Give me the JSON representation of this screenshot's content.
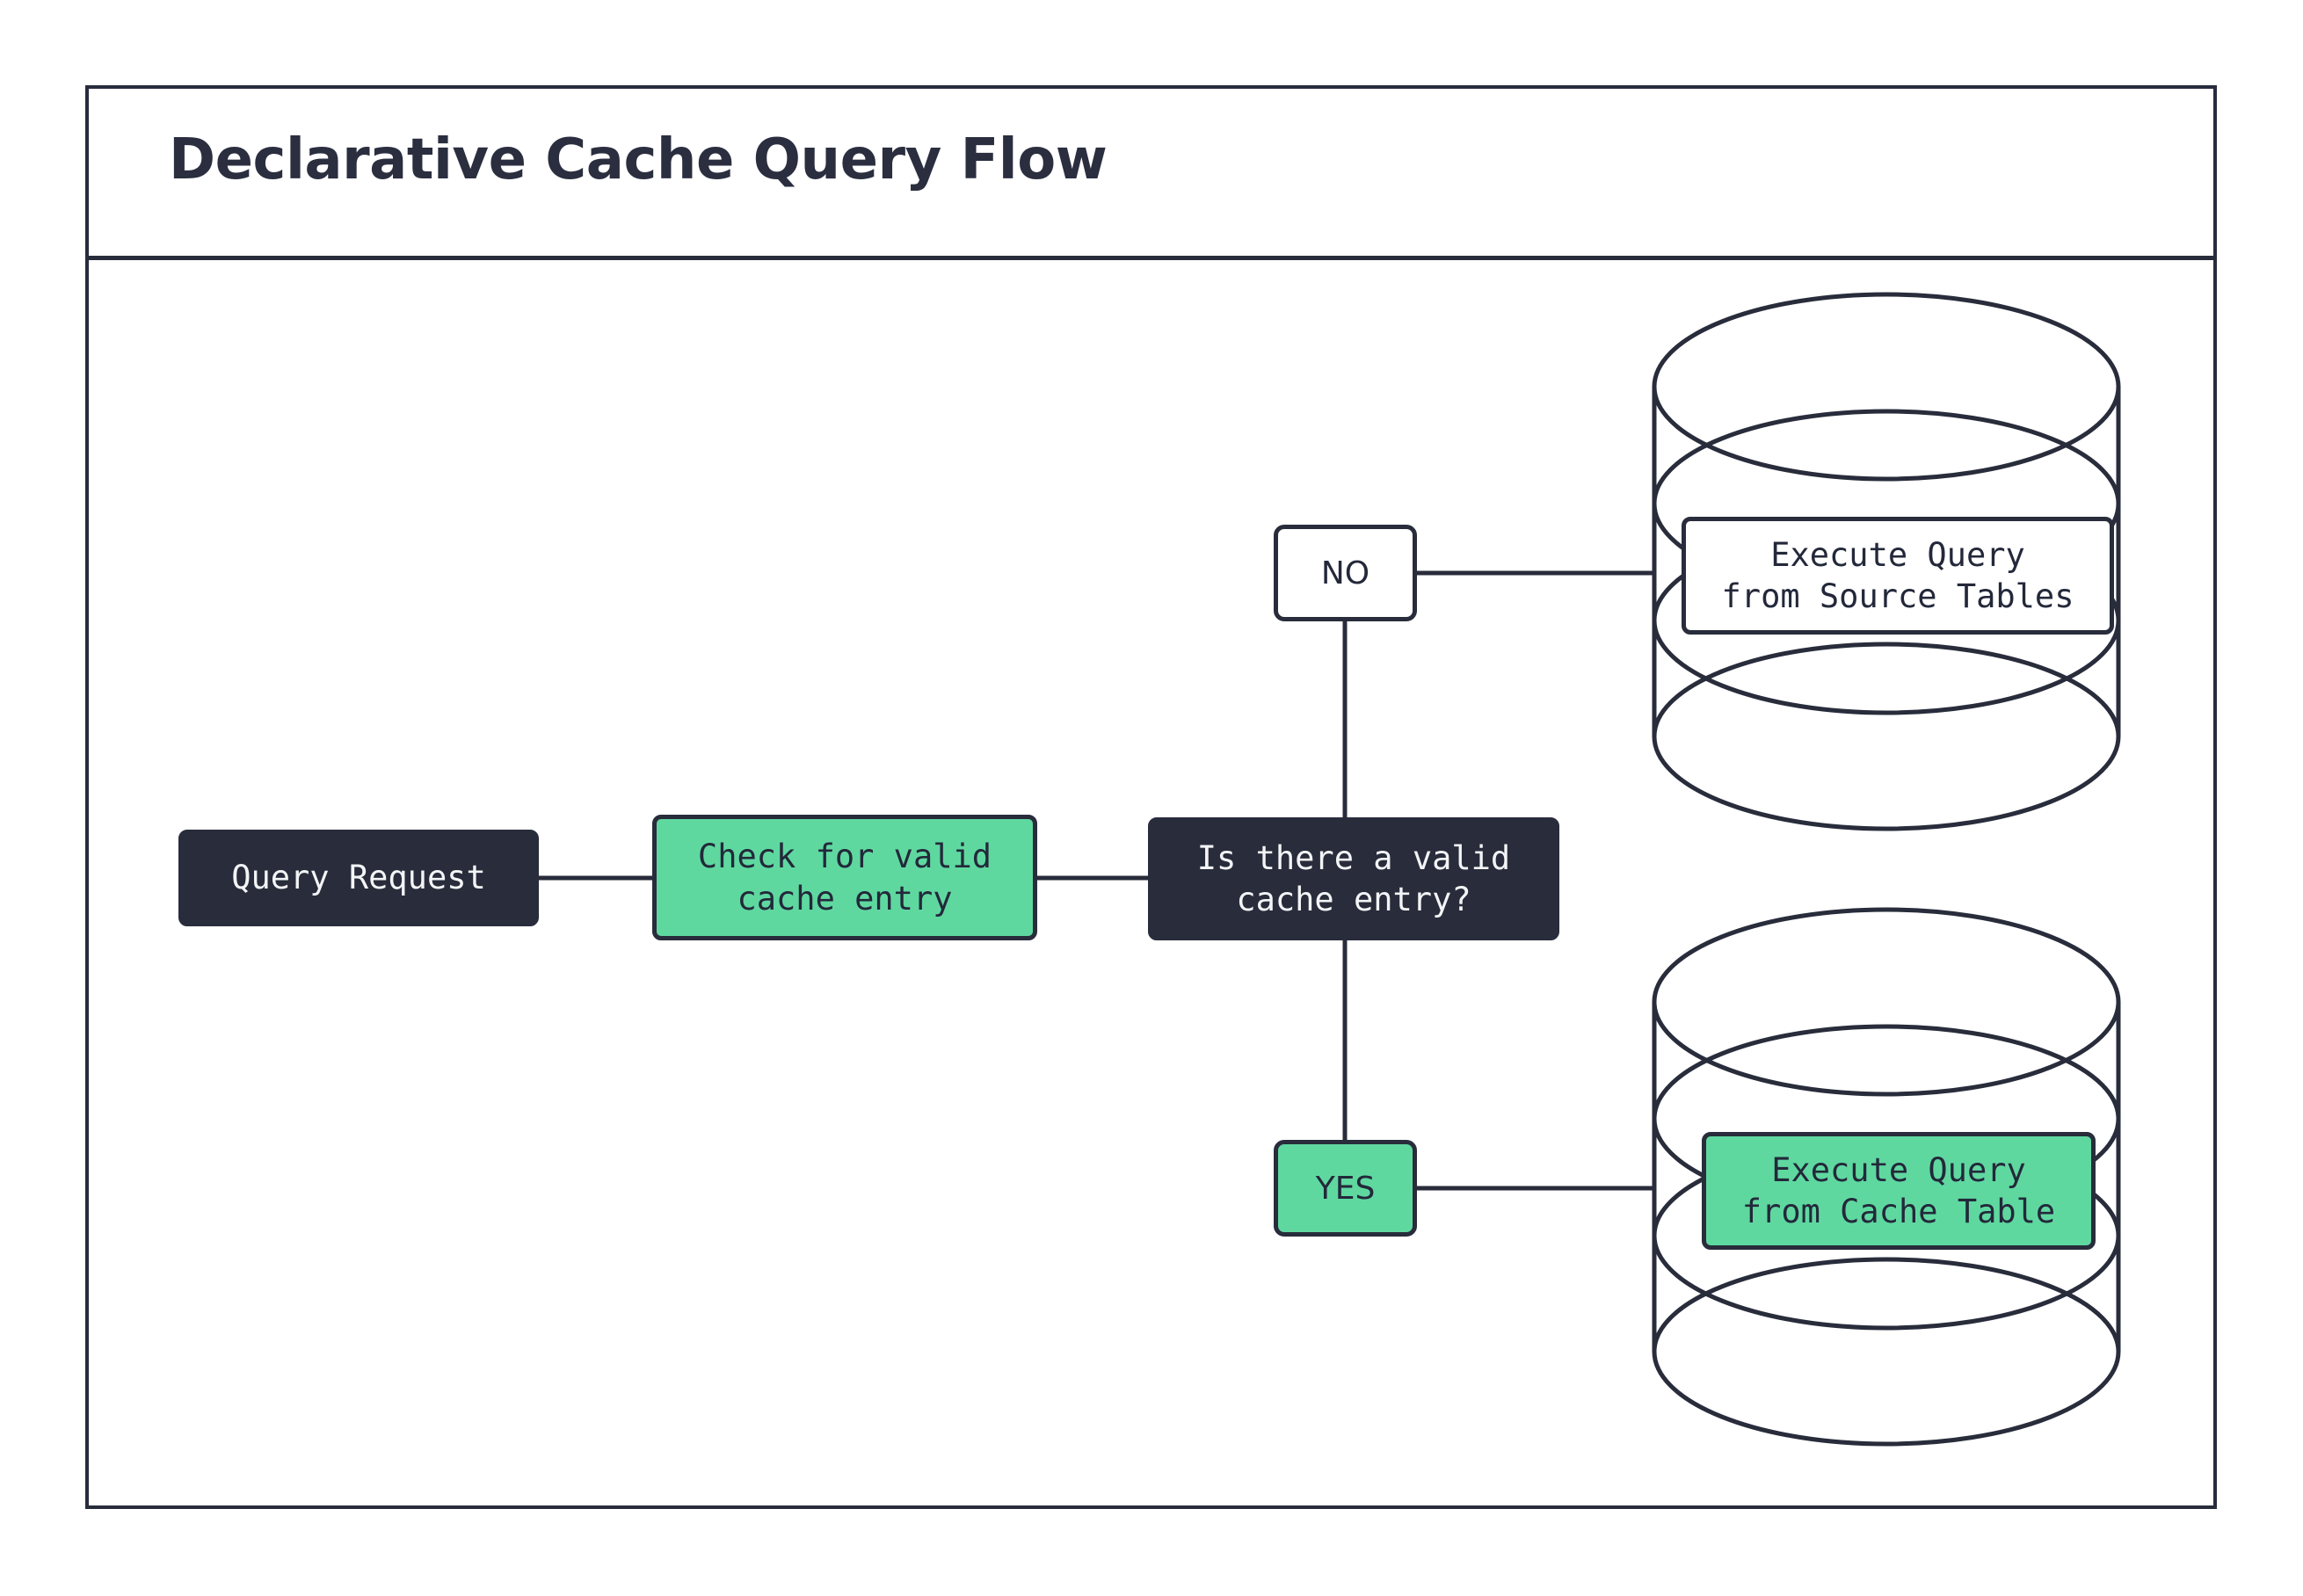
{
  "diagram": {
    "title": "Declarative Cache Query Flow",
    "type": "flowchart",
    "colors": {
      "dark": "#282C3B",
      "green": "#5FD8A0",
      "white": "#FFFFFF",
      "text_light": "#F3F4F6",
      "text_dark": "#23283A",
      "stroke": "#282C3B"
    },
    "nodes": [
      {
        "id": "query-request",
        "label": "Query Request",
        "style": "dark",
        "shape": "rounded-rect"
      },
      {
        "id": "check-cache",
        "label": "Check for valid\ncache entry",
        "style": "green",
        "shape": "rounded-rect"
      },
      {
        "id": "decision",
        "label": "Is there a valid\ncache entry?",
        "style": "dark",
        "shape": "rounded-rect"
      },
      {
        "id": "db-source",
        "label": "Execute Query\nfrom Source Tables",
        "style": "white",
        "shape": "database-cylinder"
      },
      {
        "id": "db-cache",
        "label": "Execute Query\nfrom Cache Table",
        "style": "green",
        "shape": "database-cylinder"
      }
    ],
    "branch_labels": [
      {
        "id": "no",
        "label": "NO",
        "style": "white"
      },
      {
        "id": "yes",
        "label": "YES",
        "style": "green"
      }
    ],
    "edges": [
      {
        "from": "query-request",
        "to": "check-cache",
        "label": ""
      },
      {
        "from": "check-cache",
        "to": "decision",
        "label": ""
      },
      {
        "from": "decision",
        "to": "db-source",
        "label": "NO"
      },
      {
        "from": "decision",
        "to": "db-cache",
        "label": "YES"
      }
    ]
  }
}
